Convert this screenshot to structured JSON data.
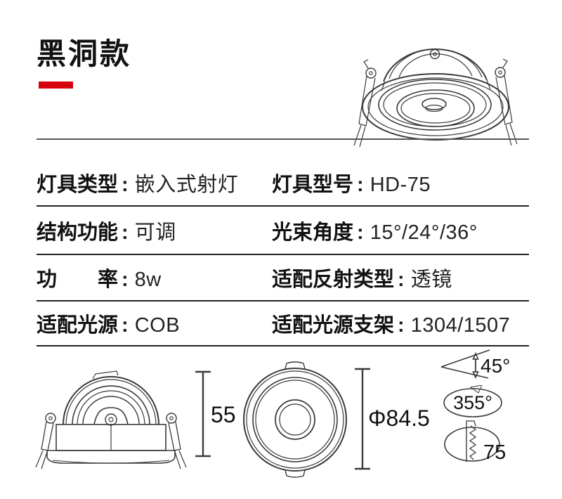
{
  "header": {
    "title": "黑洞款",
    "accent_color": "#d7000f"
  },
  "colon": ":",
  "spec_table": {
    "rows": [
      {
        "left_label": "灯具类型",
        "left_value": "嵌入式射灯",
        "right_label": "灯具型号",
        "right_value": "HD-75"
      },
      {
        "left_label": "结构功能",
        "left_value": "可调",
        "right_label": "光束角度",
        "right_value": "15°/24°/36°"
      },
      {
        "left_label": "功率",
        "left_value": "8w",
        "right_label": "适配反射类型",
        "right_value": "透镜"
      },
      {
        "left_label": "适配光源",
        "left_value": "COB",
        "right_label": "适配光源支架",
        "right_value": "1304/1507"
      }
    ]
  },
  "technical_drawings": {
    "height_dimension": "55",
    "diameter_dimension": "Φ84.5",
    "tilt_angle": "45°",
    "rotation_angle": "355°",
    "cutout_dimension": "75"
  }
}
